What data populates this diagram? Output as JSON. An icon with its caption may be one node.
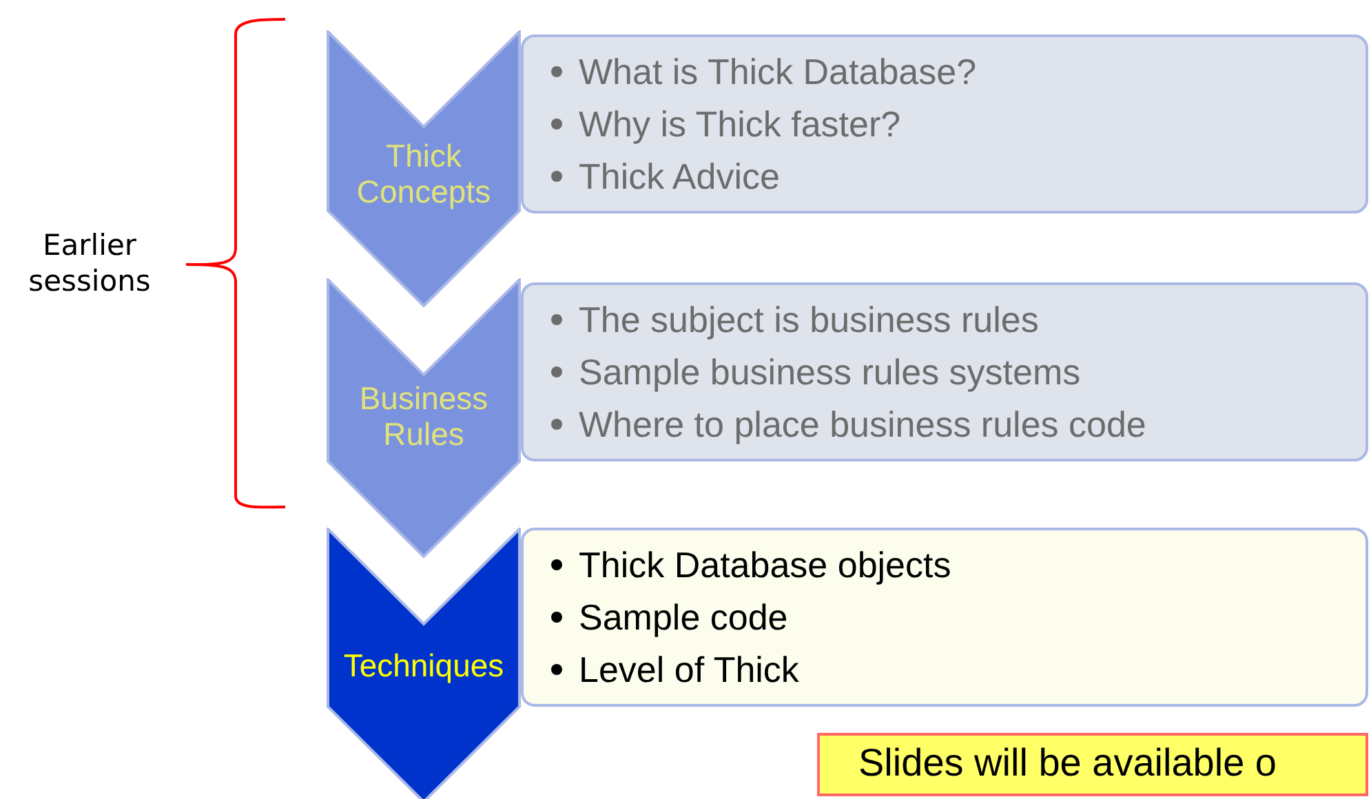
{
  "diagram": {
    "nodes": [
      {
        "text": [
          "Thick Concepts"
        ]
      },
      {
        "text": [
          "What is Thick Database?",
          "Why is Thick faster?",
          "Thick Advice"
        ]
      },
      {
        "text": [
          "Business Rules"
        ]
      },
      {
        "text": [
          "The subject is business rules",
          "Sample business rules systems",
          "Where to place business rules code"
        ]
      },
      {
        "text": [
          "Techniques"
        ]
      },
      {
        "text": [
          "Thick Database objects",
          "Sample code",
          "Level of Thick"
        ]
      },
      {
        "text": [
          "Slides will be available o"
        ]
      }
    ],
    "labels": [
      "Earlier sessions"
    ]
  }
}
